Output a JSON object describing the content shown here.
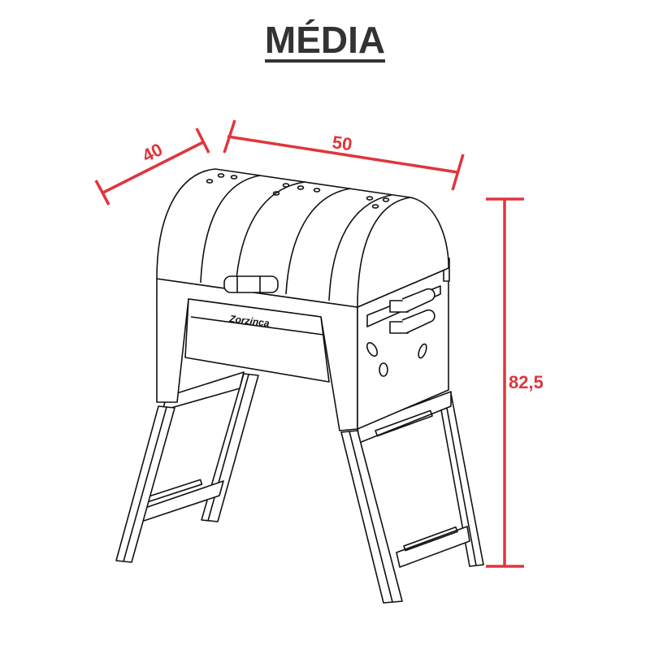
{
  "title": "MÉDIA",
  "dimensions": {
    "depth": "40",
    "width": "50",
    "height": "82,5"
  },
  "colors": {
    "dimension": "#e0353c",
    "title": "#333333"
  },
  "logo": "Zorzinca"
}
